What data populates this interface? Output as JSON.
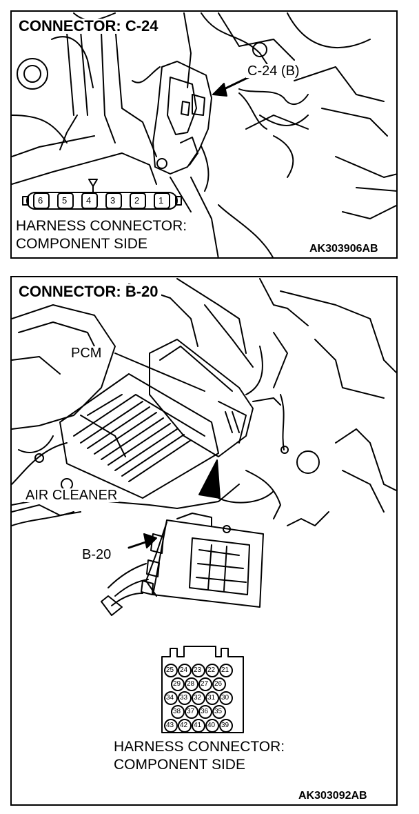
{
  "panels": [
    {
      "title": "CONNECTOR: C-24",
      "callout": "C-24 (B)",
      "connector_pins": [
        "6",
        "5",
        "4",
        "3",
        "2",
        "1"
      ],
      "caption": "HARNESS CONNECTOR:\nCOMPONENT SIDE",
      "code": "AK303906AB"
    },
    {
      "title": "CONNECTOR: B-20",
      "pcm_label": "PCM",
      "air_cleaner_label": "AIR CLEANER",
      "callout": "B-20",
      "connector_rows": [
        [
          "25",
          "24",
          "23",
          "22",
          "21"
        ],
        [
          "29",
          "28",
          "27",
          "26"
        ],
        [
          "34",
          "33",
          "32",
          "31",
          "30"
        ],
        [
          "38",
          "37",
          "36",
          "35"
        ],
        [
          "43",
          "42",
          "41",
          "40",
          "39"
        ]
      ],
      "caption": "HARNESS CONNECTOR:\nCOMPONENT SIDE",
      "code": "AK303092AB"
    }
  ],
  "colors": {
    "line": "#000000",
    "background": "#ffffff"
  }
}
